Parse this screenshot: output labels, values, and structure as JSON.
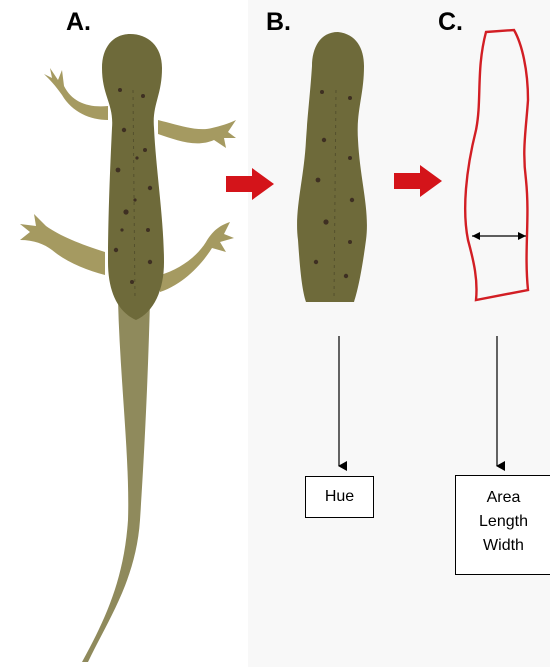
{
  "panels": {
    "a_label": "A.",
    "b_label": "B.",
    "c_label": "C."
  },
  "outputs": {
    "b_box": "Hue",
    "c_box_lines": [
      "Area",
      "Length",
      "Width"
    ]
  },
  "colors": {
    "arrow": "#d4141a",
    "outline": "#d21e24",
    "body": "#6e6a3a",
    "spots": "#3e2f22",
    "limbs": "#a59a61"
  },
  "icons": {
    "process_arrow": "right-arrow-icon",
    "flow_arrow": "down-arrow-icon",
    "measure_arrow": "double-headed-arrow-icon"
  }
}
